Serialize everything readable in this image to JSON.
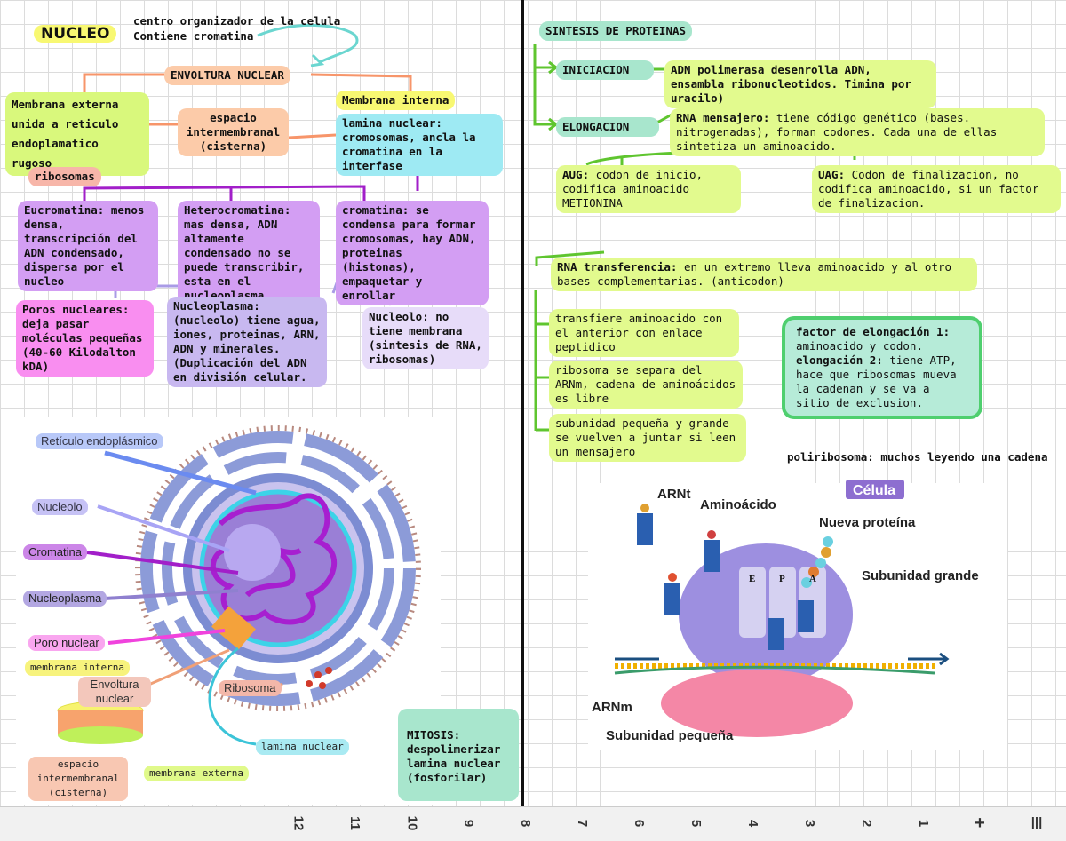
{
  "left": {
    "title": "NUCLEO",
    "intro": [
      "centro organizador de la celula",
      "Contiene cromatina"
    ],
    "envoltura": "ENVOLTURA NUCLEAR",
    "membrana_externa": "Membrana externa unida a reticulo endoplamatico rugoso",
    "ribosomas": "ribosomas",
    "espacio": "espacio intermembranal (cisterna)",
    "membrana_interna": "Membrana interna",
    "lamina": "lamina nuclear: cromosomas, ancla la cromatina en la interfase",
    "eucromatina": "Eucromatina: menos densa, transcripción del ADN condensado, dispersa por el nucleo",
    "heterocromatina": "Heterocromatina: mas densa, ADN altamente condensado no se puede transcribir, esta en el nucleoplasma.",
    "cromatina": "cromatina: se condensa para formar cromosomas, hay ADN, proteinas (histonas), empaquetar y enrollar",
    "poros": "Poros nucleares: deja pasar moléculas pequeñas (40-60 Kilodalton kDA)",
    "nucleoplasma": "Nucleoplasma: (nucleolo) tiene agua, iones, proteinas, ARN, ADN y minerales. (Duplicación del ADN en división celular.",
    "nucleolo": "Nucleolo: no tiene membrana (sintesis de RNA, ribosomas)",
    "mitosis_title": "MITOSIS:",
    "mitosis": "despolimerizar lamina nuclear (fosforilar)"
  },
  "diagram_labels": {
    "reticulo": "Retículo endoplásmico",
    "nucleolo": "Nucleolo",
    "cromatina": "Cromatina",
    "nucleoplasma": "Nucleoplasma",
    "poro": "Poro nuclear",
    "membrana_interna": "membrana interna",
    "envoltura": "Envoltura nuclear",
    "ribosoma": "Ribosoma",
    "espacio": "espacio intermembranal (cisterna)",
    "membrana_externa": "membrana externa",
    "lamina": "lamina nuclear"
  },
  "right": {
    "title": "SINTESIS DE PROTEINAS",
    "iniciacion": "INICIACION",
    "iniciacion_desc": "ADN polimerasa desenrolla ADN, ensambla ribonucleotidos. Timina por uracilo)",
    "elongacion": "ELONGACION",
    "rna_m_title": "RNA mensajero:",
    "rna_m": "tiene código genético (bases. nitrogenadas), forman codones. Cada una de ellas sintetiza un aminoacido.",
    "aug_title": "AUG:",
    "aug": "codon de inicio, codifica aminoacido METIONINA",
    "uag_title": "UAG:",
    "uag": "Codon de finalizacion, no codifica aminoacido, si un factor de finalizacion.",
    "rna_t_title": "RNA transferencia:",
    "rna_t": "en un extremo lleva aminoacido y al otro bases complementarias. (anticodon)",
    "step1": "transfiere aminoacido con el anterior con enlace peptidico",
    "step2": "ribosoma se separa del ARNm, cadena de aminoácidos es libre",
    "step3": "subunidad pequeña y grande se vuelven a juntar si leen un mensajero",
    "factor1_title": "factor de elongación 1:",
    "factor1": "aminoacido y codon.",
    "factor2_title": "elongación 2:",
    "factor2": "tiene ATP, hace que ribosomas mueva la cadenan y se va a sitio de exclusion.",
    "poli": "poliribosoma: muchos leyendo una cadena"
  },
  "ribosome_image": {
    "celula": "Célula",
    "arnt": "ARNt",
    "aminoacido": "Aminoácido",
    "nueva": "Nueva proteína",
    "grande": "Subunidad grande",
    "arnm": "ARNm",
    "pequena": "Subunidad pequeña",
    "sites": [
      "E",
      "P",
      "A"
    ]
  },
  "toolbar": {
    "pages": [
      "12",
      "11",
      "10",
      "9",
      "8",
      "7",
      "6",
      "5",
      "4",
      "3",
      "2",
      "1"
    ],
    "add": "+",
    "menu": "|||"
  },
  "colors": {
    "divider": "#111111",
    "arrow_green": "#5fc52f",
    "arrow_purple": "#a21fc9"
  }
}
